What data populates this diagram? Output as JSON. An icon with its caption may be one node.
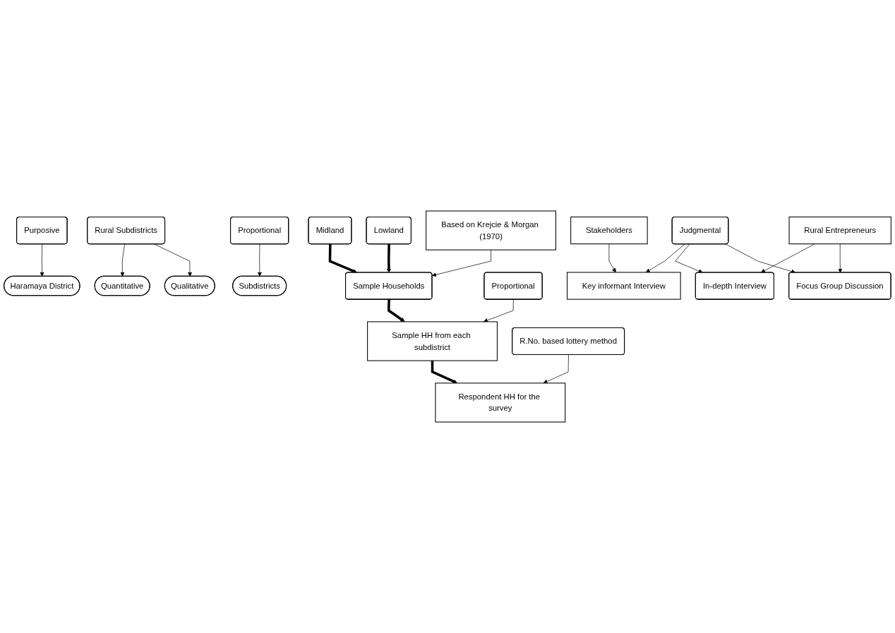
{
  "diagram": {
    "nodes": [
      {
        "text": [
          "Purposive"
        ]
      },
      {
        "text": [
          "Haramaya District"
        ]
      },
      {
        "text": [
          "Rural Subdistricts"
        ]
      },
      {
        "text": [
          "Quantitative"
        ]
      },
      {
        "text": [
          "Qualitative"
        ]
      },
      {
        "text": [
          "Judgmental"
        ]
      },
      {
        "text": [
          "Proportional"
        ]
      },
      {
        "text": [
          "Subdistricts"
        ]
      },
      {
        "text": [
          "Midland"
        ]
      },
      {
        "text": [
          "Lowland"
        ]
      },
      {
        "text": [
          "Based on Krejcie & Morgan (1970)"
        ]
      },
      {
        "text": [
          "Sample Households"
        ]
      },
      {
        "text": [
          "Proportional"
        ]
      },
      {
        "text": [
          "Sample HH from each subdistrict"
        ]
      },
      {
        "text": [
          "R.No. based lottery method"
        ]
      },
      {
        "text": [
          "Respondent HH for the survey"
        ]
      },
      {
        "text": [
          "Key informant Interview"
        ]
      },
      {
        "text": [
          "In-depth Interview"
        ]
      },
      {
        "text": [
          "Focus Group Discussion"
        ]
      },
      {
        "text": [
          "Stakeholders"
        ]
      },
      {
        "text": [
          "Rural Entrepreneurs"
        ]
      }
    ],
    "edges": [
      {
        "from": 0,
        "to": 1,
        "arrow": "to"
      },
      {
        "from": 2,
        "to": 3,
        "arrow": "to"
      },
      {
        "from": 2,
        "to": 4,
        "arrow": "to"
      },
      {
        "from": 6,
        "to": 7,
        "arrow": "to"
      },
      {
        "from": 8,
        "to": 11,
        "arrow": "to",
        "style": "thick"
      },
      {
        "from": 9,
        "to": 11,
        "arrow": "to",
        "style": "thick"
      },
      {
        "from": 10,
        "to": 11,
        "arrow": "to"
      },
      {
        "from": 11,
        "to": 13,
        "arrow": "to",
        "style": "thick"
      },
      {
        "from": 12,
        "to": 13,
        "arrow": "to"
      },
      {
        "from": 13,
        "to": 15,
        "arrow": "to",
        "style": "thick"
      },
      {
        "from": 14,
        "to": 15,
        "arrow": "to"
      },
      {
        "from": 5,
        "to": 16,
        "arrow": "to"
      },
      {
        "from": 5,
        "to": 17,
        "arrow": "to"
      },
      {
        "from": 5,
        "to": 18,
        "arrow": "to"
      },
      {
        "from": 19,
        "to": 16,
        "arrow": "to"
      },
      {
        "from": 20,
        "to": 17,
        "arrow": "to"
      },
      {
        "from": 20,
        "to": 18,
        "arrow": "to"
      }
    ]
  }
}
